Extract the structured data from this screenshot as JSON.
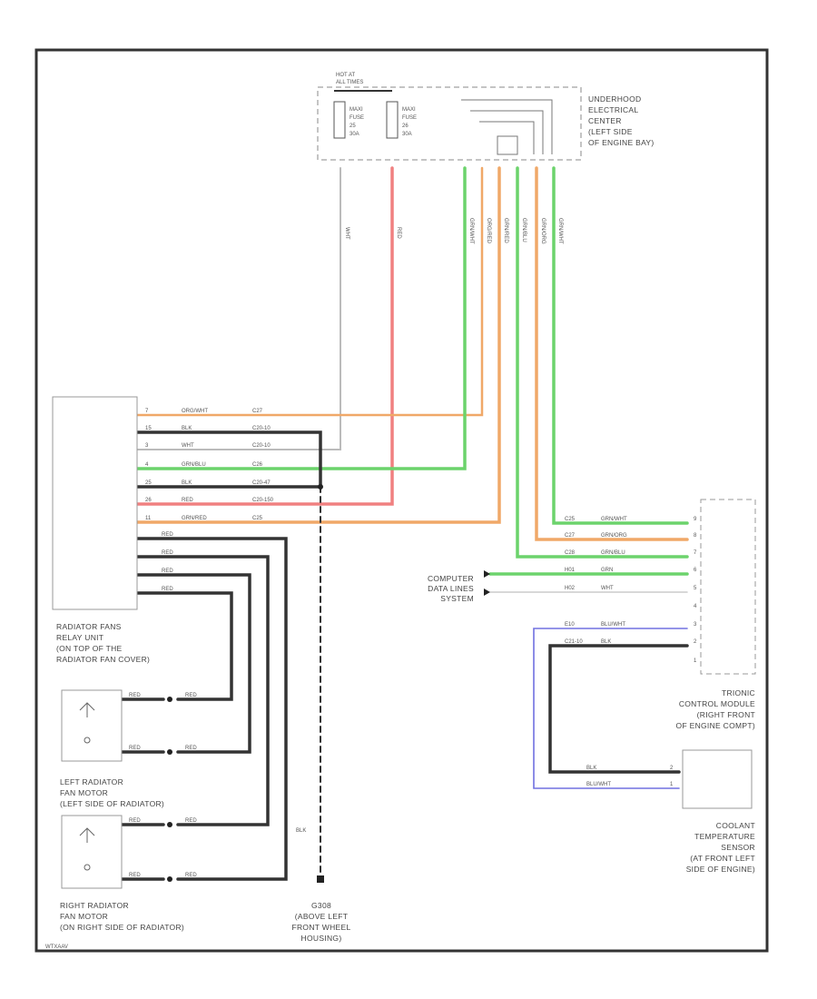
{
  "colors": {
    "frame": "#333333",
    "black": "#333333",
    "white_wire": "#bbbbbb",
    "red": "#f08080",
    "orange": "#f0a868",
    "green": "#6cd36c",
    "blue": "#7070e0",
    "box_fill": "#ffffff",
    "box_stroke": "#999999",
    "ground": "#222222"
  },
  "blocks": {
    "hot_at": [
      "HOT AT",
      "ALL TIMES"
    ],
    "fuse_a": [
      "MAXI",
      "FUSE",
      "25",
      "30A"
    ],
    "fuse_b": [
      "MAXI",
      "FUSE",
      "26",
      "30A"
    ],
    "underhood": [
      "UNDERHOOD",
      "ELECTRICAL",
      "CENTER",
      "(LEFT SIDE",
      "OF ENGINE BAY)"
    ],
    "relay_unit": [
      "RADIATOR FANS",
      "RELAY UNIT",
      "(ON TOP OF THE",
      "RADIATOR FAN COVER)"
    ],
    "left_motor": [
      "LEFT RADIATOR",
      "FAN MOTOR",
      "(LEFT SIDE OF RADIATOR)"
    ],
    "right_motor": [
      "RIGHT RADIATOR",
      "FAN MOTOR",
      "(ON RIGHT SIDE OF RADIATOR)"
    ],
    "ground_loc": [
      "G308",
      "(ABOVE LEFT",
      "FRONT WHEEL",
      "HOUSING)"
    ],
    "computer": [
      "COMPUTER",
      "DATA LINES",
      "SYSTEM"
    ],
    "trionic": [
      "TRIONIC",
      "CONTROL MODULE",
      "(RIGHT FRONT",
      "OF ENGINE COMPT)"
    ],
    "coolant": [
      "COOLANT",
      "TEMPERATURE",
      "SENSOR",
      "(AT FRONT LEFT",
      "SIDE OF ENGINE)"
    ]
  },
  "relay_wires": [
    {
      "pin": "7",
      "color": "ORG/WHT",
      "circuit": "C27"
    },
    {
      "pin": "15",
      "color": "BLK",
      "circuit": "C20-10"
    },
    {
      "pin": "3",
      "color": "WHT",
      "circuit": "C20-10"
    },
    {
      "pin": "4",
      "color": "GRN/BLU",
      "circuit": "C26"
    },
    {
      "pin": "25",
      "color": "BLK",
      "circuit": "C20-47"
    },
    {
      "pin": "26",
      "color": "RED",
      "circuit": "C20-150"
    },
    {
      "pin": "11",
      "color": "GRN/RED",
      "circuit": "C25"
    }
  ],
  "motor_wires": [
    "RED",
    "RED",
    "RED",
    "RED"
  ],
  "ecm_wires": [
    {
      "pin": "9",
      "circuit": "C25",
      "color": "GRN/WHT"
    },
    {
      "pin": "8",
      "circuit": "C27",
      "color": "GRN/ORG"
    },
    {
      "pin": "7",
      "circuit": "C28",
      "color": "GRN/BLU"
    },
    {
      "pin": "6",
      "circuit": "H01",
      "color": "GRN"
    },
    {
      "pin": "5",
      "circuit": "H02",
      "color": "WHT"
    },
    {
      "pin": "4",
      "circuit": "",
      "color": ""
    },
    {
      "pin": "3",
      "circuit": "E10",
      "color": "BLU/WHT"
    },
    {
      "pin": "2",
      "circuit": "C21-10",
      "color": "BLK"
    },
    {
      "pin": "1",
      "circuit": "",
      "color": ""
    }
  ],
  "sensor_wires": [
    {
      "pin": "2",
      "color": "BLK"
    },
    {
      "pin": "1",
      "color": "BLU/WHT"
    }
  ],
  "vertical_labels": {
    "white": "WHT",
    "red": "RED",
    "g1": "GRN/WHT",
    "g2": "ORG/RED",
    "g3": "GRN/RED",
    "g4": "GRN/BLU",
    "g5": "GRN/ORG",
    "g6": "GRN/WHT"
  },
  "ground_wire_label": "BLK",
  "footer_id": "WTXAAV"
}
